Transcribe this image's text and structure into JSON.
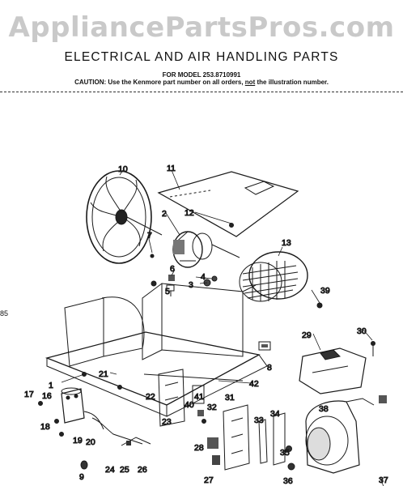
{
  "watermark": "AppliancePartsPros.com",
  "header": {
    "title": "ELECTRICAL AND AIR HANDLING PARTS",
    "model_line": "FOR MODEL 253.8710991",
    "caution_prefix": "CAUTION: Use the Kenmore part number on all orders,",
    "caution_emphasis": "not",
    "caution_suffix": "the illustration number."
  },
  "page_tag": "85",
  "callouts": [
    {
      "id": "c2",
      "label": "2"
    },
    {
      "id": "c3",
      "label": "3"
    },
    {
      "id": "c4",
      "label": "4"
    },
    {
      "id": "c5",
      "label": "5"
    },
    {
      "id": "c6",
      "label": "6"
    },
    {
      "id": "c7",
      "label": "7"
    },
    {
      "id": "c8",
      "label": "8"
    },
    {
      "id": "c9",
      "label": "9"
    },
    {
      "id": "c10",
      "label": "10"
    },
    {
      "id": "c11",
      "label": "11"
    },
    {
      "id": "c12",
      "label": "12"
    },
    {
      "id": "c13",
      "label": "13"
    },
    {
      "id": "c16",
      "label": "16"
    },
    {
      "id": "c17",
      "label": "17"
    },
    {
      "id": "c18",
      "label": "18"
    },
    {
      "id": "c19",
      "label": "19"
    },
    {
      "id": "c20",
      "label": "20"
    },
    {
      "id": "c21",
      "label": "21"
    },
    {
      "id": "c22",
      "label": "22"
    },
    {
      "id": "c23",
      "label": "23"
    },
    {
      "id": "c24",
      "label": "24"
    },
    {
      "id": "c25",
      "label": "25"
    },
    {
      "id": "c26",
      "label": "26"
    },
    {
      "id": "c27",
      "label": "27"
    },
    {
      "id": "c28",
      "label": "28"
    },
    {
      "id": "c29",
      "label": "29"
    },
    {
      "id": "c30",
      "label": "30"
    },
    {
      "id": "c31",
      "label": "31"
    },
    {
      "id": "c32",
      "label": "32"
    },
    {
      "id": "c33",
      "label": "33"
    },
    {
      "id": "c34",
      "label": "34"
    },
    {
      "id": "c35",
      "label": "35"
    },
    {
      "id": "c36",
      "label": "36"
    },
    {
      "id": "c37",
      "label": "37"
    },
    {
      "id": "c38",
      "label": "38"
    },
    {
      "id": "c39",
      "label": "39"
    },
    {
      "id": "c40",
      "label": "40"
    },
    {
      "id": "c41",
      "label": "41"
    },
    {
      "id": "c42",
      "label": "42"
    },
    {
      "id": "c1",
      "label": "1"
    }
  ]
}
